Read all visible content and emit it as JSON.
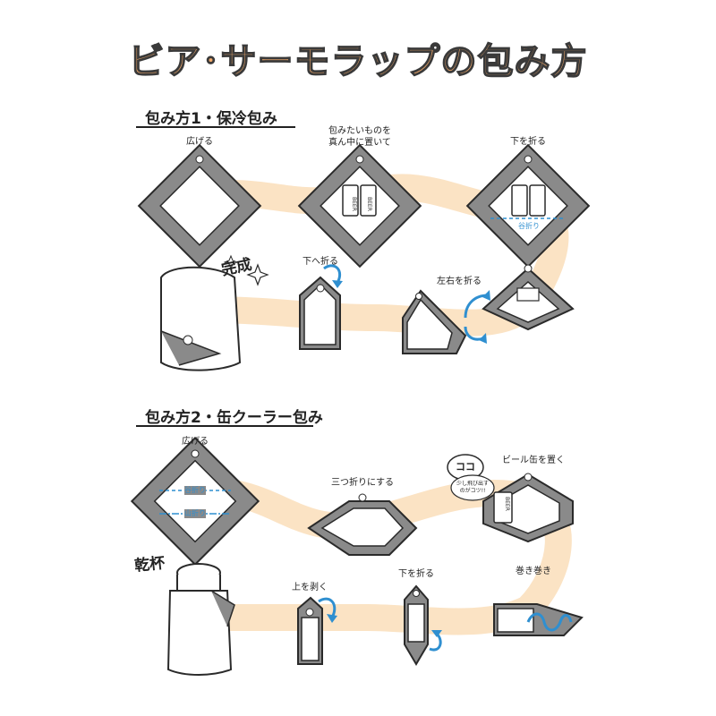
{
  "title": "ビア･サーモラップの包み方",
  "colors": {
    "accent": "#f0a96a",
    "path": "#fbe3c4",
    "frame": "#8a8a8a",
    "arrow": "#2f8fd0",
    "ink": "#2a2a2a"
  },
  "method1": {
    "heading": "包み方1・保冷包み",
    "steps": [
      {
        "label": "広げる"
      },
      {
        "label": "包みたいものを\n真ん中に置いて"
      },
      {
        "label": "下を折る"
      },
      {
        "label": "左右を折る"
      },
      {
        "label": "下へ折る"
      },
      {
        "label": "完成"
      }
    ],
    "fold_mark": "谷折り",
    "can_text": "BEER"
  },
  "method2": {
    "heading": "包み方2・缶クーラー包み",
    "steps": [
      {
        "label": "広げる"
      },
      {
        "label": "三つ折りにする"
      },
      {
        "label": "ビール缶を置く"
      },
      {
        "label": "巻き巻き"
      },
      {
        "label": "下を折る"
      },
      {
        "label": "上を剥く"
      },
      {
        "label": "乾杯"
      }
    ],
    "fold_valley": "谷折り",
    "fold_mountain": "山折り",
    "bubble_title": "ココ",
    "bubble_note": "少し飛び出す\nのがコツ!!",
    "can_text": "BEER"
  }
}
